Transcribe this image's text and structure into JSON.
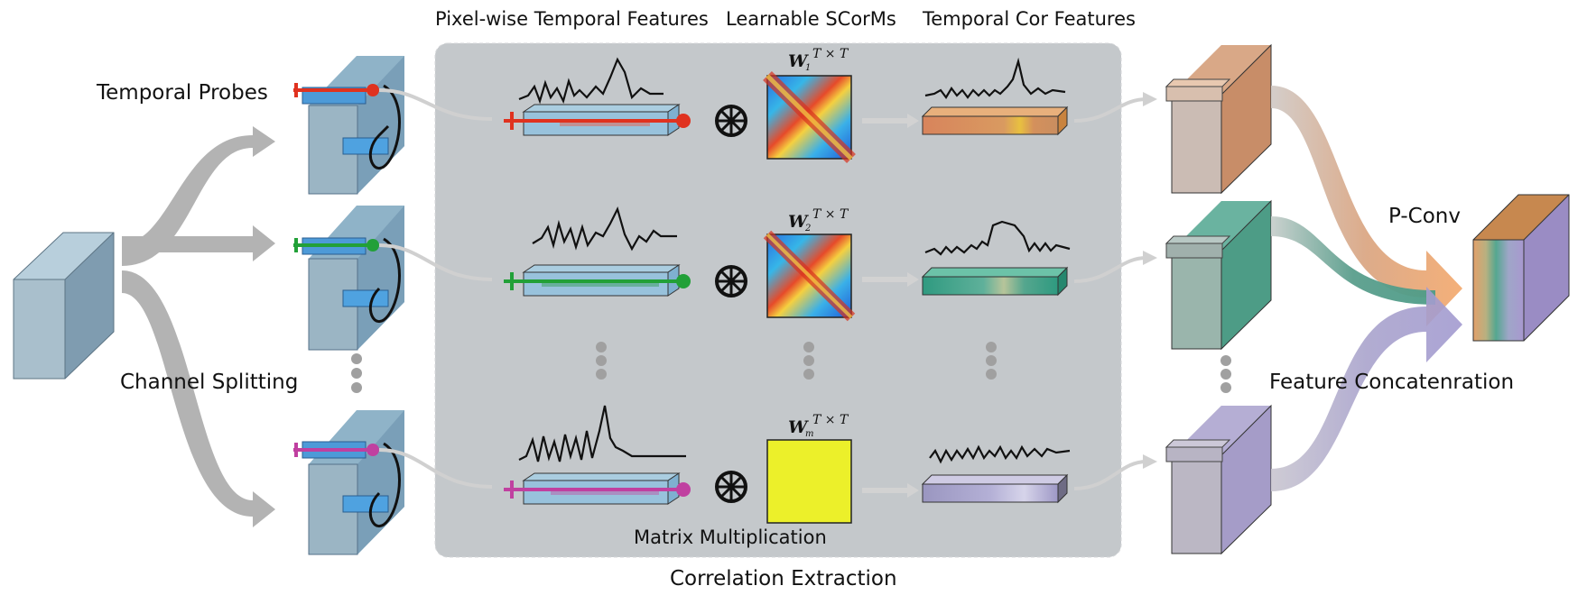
{
  "labels": {
    "pixelwise": "Pixel-wise Temporal Features",
    "scorms": "Learnable SCorMs",
    "temporal_cor": "Temporal Cor Features",
    "temporal_probes": "Temporal Probes",
    "channel_splitting": "Channel Splitting",
    "matrix_mult": "Matrix Multiplication",
    "correlation_extraction": "Correlation Extraction",
    "pconv": "P-Conv",
    "feature_concat": "Feature Concatenration"
  },
  "weights": [
    {
      "letter": "W",
      "sub": "1",
      "sup": "T × T"
    },
    {
      "letter": "W",
      "sub": "2",
      "sup": "T × T"
    },
    {
      "letter": "W",
      "sub": "m",
      "sup": "T × T"
    }
  ],
  "colors": {
    "probe_1": "#e0321f",
    "probe_2": "#22a038",
    "probe_3": "#c040a0",
    "feature_1": "#d8905e",
    "feature_2": "#3fa58c",
    "feature_3": "#a7a0cc",
    "panel": "#c4c8cb",
    "arrow": "#a9a9a9"
  }
}
